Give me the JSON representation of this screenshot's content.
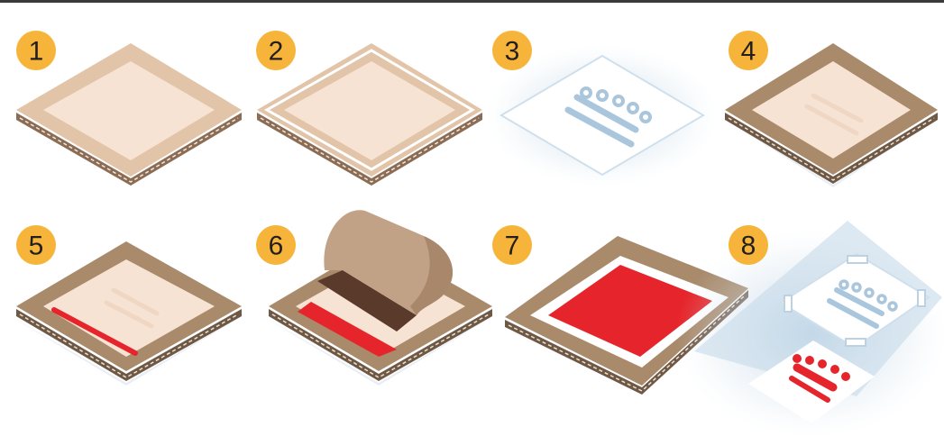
{
  "steps": [
    {
      "number": "1",
      "kind": "frame-blank"
    },
    {
      "number": "2",
      "kind": "frame-emulsion"
    },
    {
      "number": "3",
      "kind": "stencil-film"
    },
    {
      "number": "4",
      "kind": "frame-exposed"
    },
    {
      "number": "5",
      "kind": "frame-ink-line"
    },
    {
      "number": "6",
      "kind": "frame-squeegee"
    },
    {
      "number": "7",
      "kind": "frame-lifted-print"
    },
    {
      "number": "8",
      "kind": "final-prints"
    }
  ],
  "colors": {
    "badge": "#f6b43a",
    "frame_light": "#e2c4a8",
    "frame_dark": "#a98a6b",
    "mesh": "#f7e3d3",
    "ink_red": "#e5252b",
    "stencil_blue": "#bfd5e6",
    "crown_line": "#a9c6dc"
  }
}
